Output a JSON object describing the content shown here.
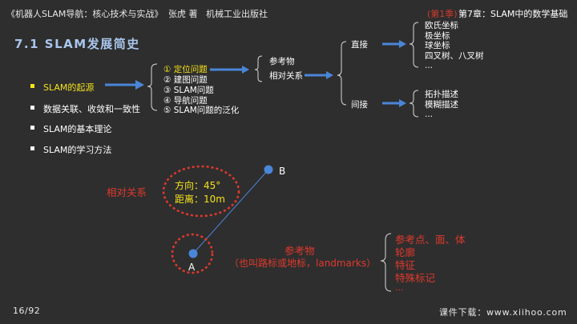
{
  "header": {
    "book": "《机器人SLAM导航：核心技术与实战》",
    "author": "张虎 著",
    "publisher": "机械工业出版社",
    "season_tag": "(第1季)",
    "chapter": "第7章：SLAM中的数学基础"
  },
  "section_title": "7.1  SLAM发展简史",
  "bullets": [
    "SLAM的起源",
    "数据关联、收敛和一致性",
    "SLAM的基本理论",
    "SLAM的学习方法"
  ],
  "sub_items": [
    "①  定位问题",
    "②  建图问题",
    "③  SLAM问题",
    "④  导航问题",
    "⑤  SLAM问题的泛化"
  ],
  "relation": {
    "ref": "参考物",
    "rel": "相对关系"
  },
  "direct": {
    "label": "直接",
    "items": [
      "欧氏坐标",
      "极坐标",
      "球坐标",
      "四叉树、八叉树",
      "..."
    ]
  },
  "indirect": {
    "label": "间接",
    "items": [
      "拓扑描述",
      "模糊描述",
      "..."
    ]
  },
  "diagram": {
    "point_a": "A",
    "point_b": "B",
    "relation_label": "相对关系",
    "direction": "方向：45°",
    "distance": "距离：10m",
    "ref_title": "参考物",
    "ref_sub": "（也叫路标或地标，landmarks）",
    "ref_items": [
      "参考点、面、体",
      "轮廓",
      "特征",
      "特殊标记",
      "..."
    ]
  },
  "footer": {
    "page": "16/92",
    "site": "课件下载：www.xiihoo.com"
  },
  "colors": {
    "background": "#2e2e2e",
    "accent_blue": "#4a86d8",
    "highlight_yellow": "#f5e21b",
    "red": "#e0392d",
    "title_blue": "#a9c6ec"
  }
}
